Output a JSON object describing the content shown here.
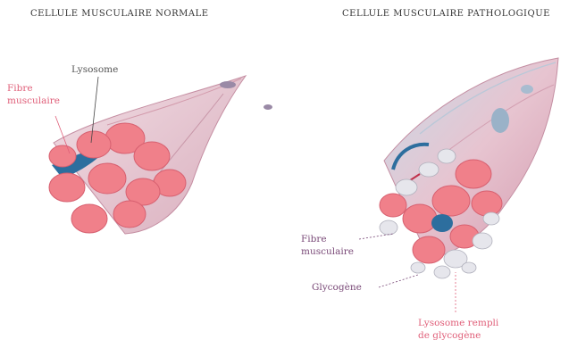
{
  "titles": {
    "left": "CELLULE MUSCULAIRE NORMALE",
    "right": "CELLULE MUSCULAIRE PATHOLOGIQUE"
  },
  "left_labels": {
    "lysosome": "Lysosome",
    "fibre": [
      "Fibre",
      "musculaire"
    ]
  },
  "right_labels": {
    "fibre": [
      "Fibre",
      "musculaire"
    ],
    "glycogene": "Glycogène",
    "lysosome_rempli": [
      "Lysosome rempli",
      "de glycogène"
    ]
  },
  "colors": {
    "sheath": "#e6c7d2",
    "fibre": "#f0808a",
    "fibre_dark": "#e0606e",
    "glycogen": "#e4e4ea",
    "lysosome": "#2d6e9e",
    "label_pink": "#e0607a",
    "label_purple": "#7a4a78"
  }
}
